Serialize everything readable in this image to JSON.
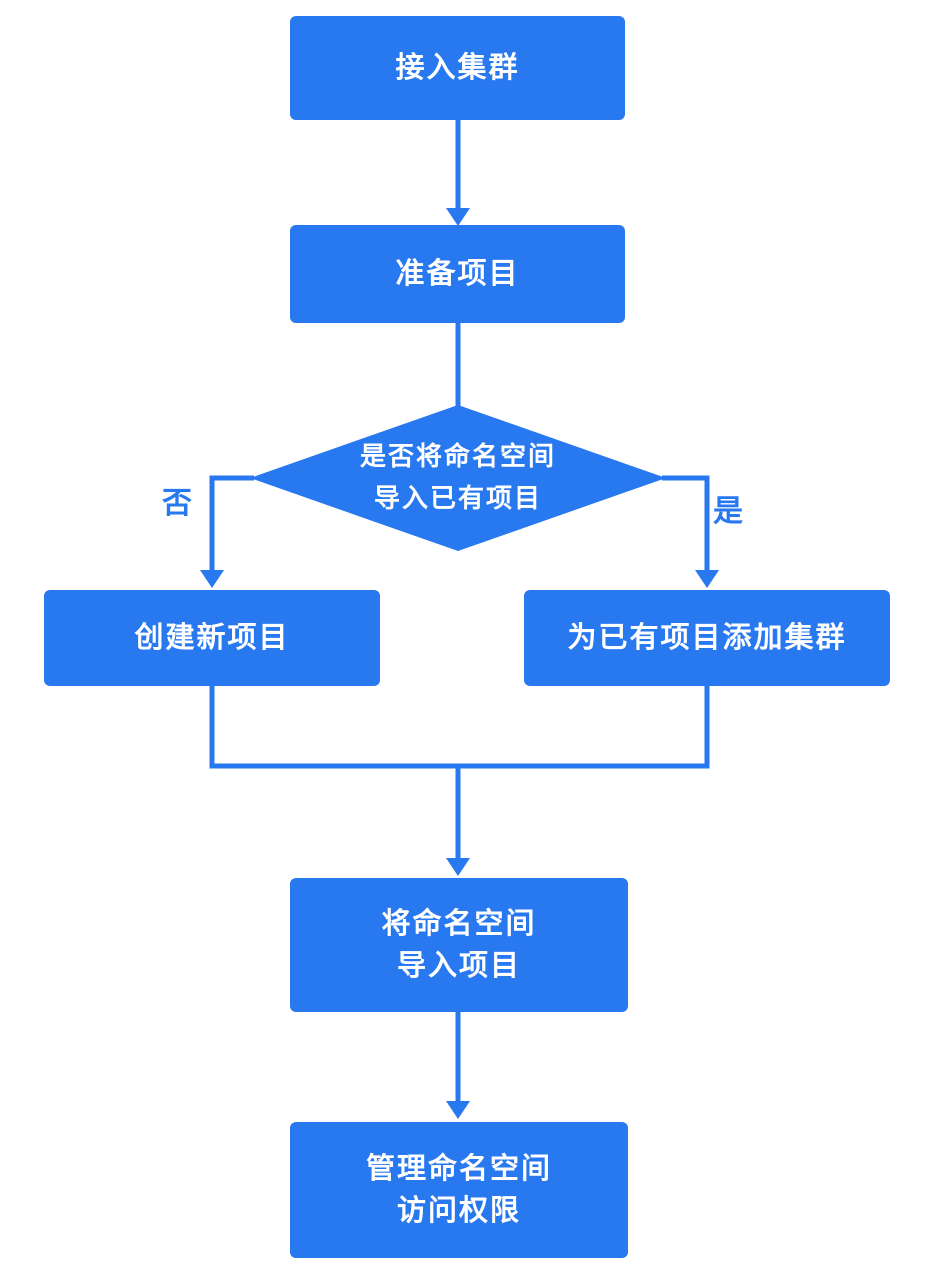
{
  "diagram": {
    "colors": {
      "node": "#2878F0",
      "node_text": "#FFFFFF",
      "label": "#2878F0",
      "background": "#FFFFFF"
    },
    "nodes": {
      "connect_cluster": {
        "label": "接入集群"
      },
      "prepare_project": {
        "label": "准备项目"
      },
      "decision": {
        "line1": "是否将命名空间",
        "line2": "导入已有项目"
      },
      "create_new_project": {
        "label": "创建新项目"
      },
      "add_cluster_to_existing_project": {
        "label": "为已有项目添加集群"
      },
      "import_namespace": {
        "line1": "将命名空间",
        "line2": "导入项目"
      },
      "manage_namespace_permissions": {
        "line1": "管理命名空间",
        "line2": "访问权限"
      }
    },
    "branch_labels": {
      "no": "否",
      "yes": "是"
    }
  }
}
